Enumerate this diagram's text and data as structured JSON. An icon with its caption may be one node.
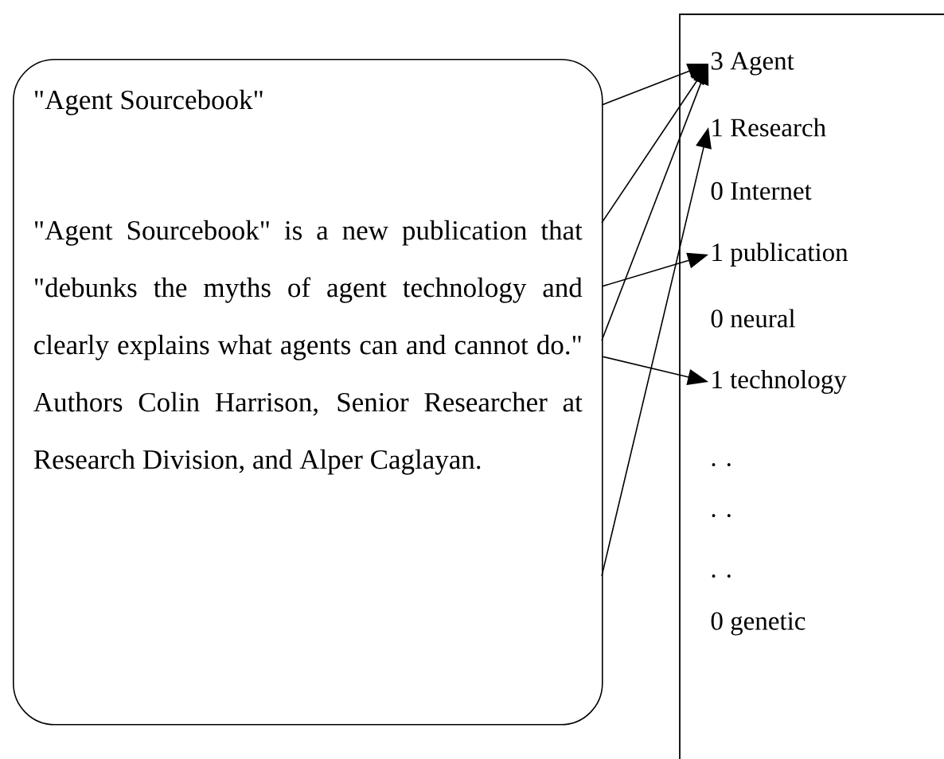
{
  "diagram": {
    "nodes": [
      {
        "text": [
          "\"Agent Sourcebook\"",
          "\"Agent Sourcebook\" is a new publication that \"debunks the myths of agent technology and clearly explains what agents can and cannot do.\" Authors Colin Harrison, Senior Researcher at Research Division, and Alper Caglayan."
        ]
      },
      {
        "text": [],
        "shape": "box"
      },
      {
        "text": [
          "3 Agent"
        ],
        "in": 1
      },
      {
        "text": [
          "1 Research"
        ],
        "in": 1
      },
      {
        "text": [
          "0 Internet"
        ],
        "in": 1
      },
      {
        "text": [
          "1 publication"
        ],
        "in": 1
      },
      {
        "text": [
          "0 neural"
        ],
        "in": 1
      },
      {
        "text": [
          "1 technology"
        ],
        "in": 1
      },
      {
        "text": [
          "0 genetic"
        ],
        "in": 1
      }
    ],
    "edges": [
      {
        "from": 0,
        "to": 2,
        "arrow": "to"
      },
      {
        "from": 0,
        "to": 2,
        "arrow": "to"
      },
      {
        "from": 0,
        "to": 2,
        "arrow": "to"
      },
      {
        "from": 0,
        "to": 5,
        "arrow": "to"
      },
      {
        "from": 0,
        "to": 7,
        "arrow": "to"
      },
      {
        "from": 0,
        "to": 3,
        "arrow": "to"
      }
    ],
    "labels": [
      ". .",
      ". .",
      ". ."
    ]
  }
}
